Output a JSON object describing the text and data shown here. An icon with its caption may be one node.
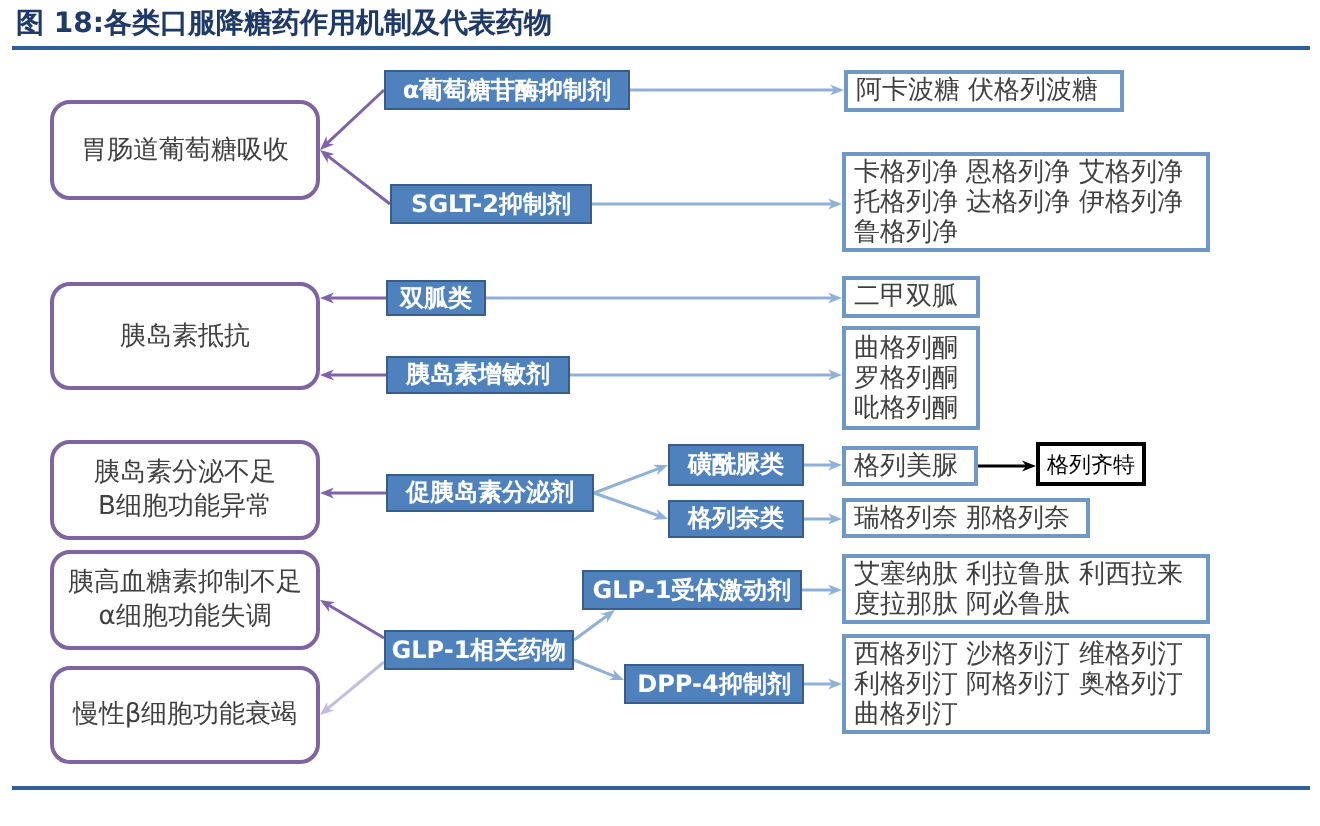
{
  "diagram": {
    "title": "图 18:各类口服降糖药作用机制及代表药物",
    "nodes": [
      {
        "text": [
          "胃肠道葡萄糖吸收"
        ]
      },
      {
        "text": [
          "α葡萄糖苷酶抑制剂"
        ]
      },
      {
        "text": [
          "阿卡波糖 伏格列波糖"
        ]
      },
      {
        "text": [
          "SGLT-2抑制剂"
        ]
      },
      {
        "text": [
          "卡格列净 恩格列净 艾格列净托格列净 达格列净 伊格列净鲁格列净"
        ]
      },
      {
        "text": [
          "胰岛素抵抗"
        ]
      },
      {
        "text": [
          "双胍类"
        ]
      },
      {
        "text": [
          "二甲双胍"
        ]
      },
      {
        "text": [
          "胰岛素增敏剂"
        ]
      },
      {
        "text": [
          "曲格列酮罗格列酮吡格列酮"
        ]
      },
      {
        "text": [
          "胰岛素分泌不足B细胞功能异常"
        ]
      },
      {
        "text": [
          "促胰岛素分泌剂"
        ]
      },
      {
        "text": [
          "磺酰脲类"
        ]
      },
      {
        "text": [
          "格列美脲"
        ]
      },
      {
        "text": [
          "格列齐特"
        ]
      },
      {
        "text": [
          "格列奈类"
        ]
      },
      {
        "text": [
          "瑞格列奈 那格列奈"
        ]
      },
      {
        "text": [
          "胰高血糖素抑制不足α细胞功能失调"
        ]
      },
      {
        "text": [
          "GLP-1受体激动剂"
        ]
      },
      {
        "text": [
          "艾塞纳肽 利拉鲁肽 利西拉来度拉那肽 阿必鲁肽"
        ]
      },
      {
        "text": [
          "GLP-1相关药物"
        ]
      },
      {
        "text": [
          "慢性β细胞功能衰竭"
        ]
      },
      {
        "text": [
          "DPP-4抑制剂"
        ]
      },
      {
        "text": [
          "西格列汀 沙格列汀 维格列汀利格列汀 阿格列汀 奥格列汀曲格列汀"
        ]
      }
    ],
    "edges": [
      {
        "from": 1,
        "to": 0,
        "arrow": "to",
        "color": "#7f62a9"
      },
      {
        "from": 3,
        "to": 0,
        "arrow": "to",
        "color": "#7f62a9"
      },
      {
        "from": 1,
        "to": 2,
        "arrow": "to"
      },
      {
        "from": 3,
        "to": 4,
        "arrow": "to"
      },
      {
        "from": 6,
        "to": 5,
        "arrow": "to",
        "color": "#7f62a9"
      },
      {
        "from": 8,
        "to": 5,
        "arrow": "to",
        "color": "#7f62a9"
      },
      {
        "from": 6,
        "to": 7,
        "arrow": "to"
      },
      {
        "from": 8,
        "to": 9,
        "arrow": "to"
      },
      {
        "from": 11,
        "to": 10,
        "arrow": "to",
        "color": "#7f62a9"
      },
      {
        "from": 11,
        "to": 12,
        "arrow": "to"
      },
      {
        "from": 11,
        "to": 15,
        "arrow": "to"
      },
      {
        "from": 12,
        "to": 13,
        "arrow": "to"
      },
      {
        "from": 13,
        "to": 14,
        "arrow": "to",
        "color": "#000000"
      },
      {
        "from": 15,
        "to": 16,
        "arrow": "to"
      },
      {
        "from": 20,
        "to": 17,
        "arrow": "to",
        "color": "#7f62a9"
      },
      {
        "from": 20,
        "to": 21,
        "arrow": "to",
        "color": "#c4bce0"
      },
      {
        "from": 20,
        "to": 18,
        "arrow": "to"
      },
      {
        "from": 20,
        "to": 22,
        "arrow": "to"
      },
      {
        "from": 18,
        "to": 19,
        "arrow": "to"
      },
      {
        "from": 22,
        "to": 23,
        "arrow": "to"
      }
    ]
  }
}
